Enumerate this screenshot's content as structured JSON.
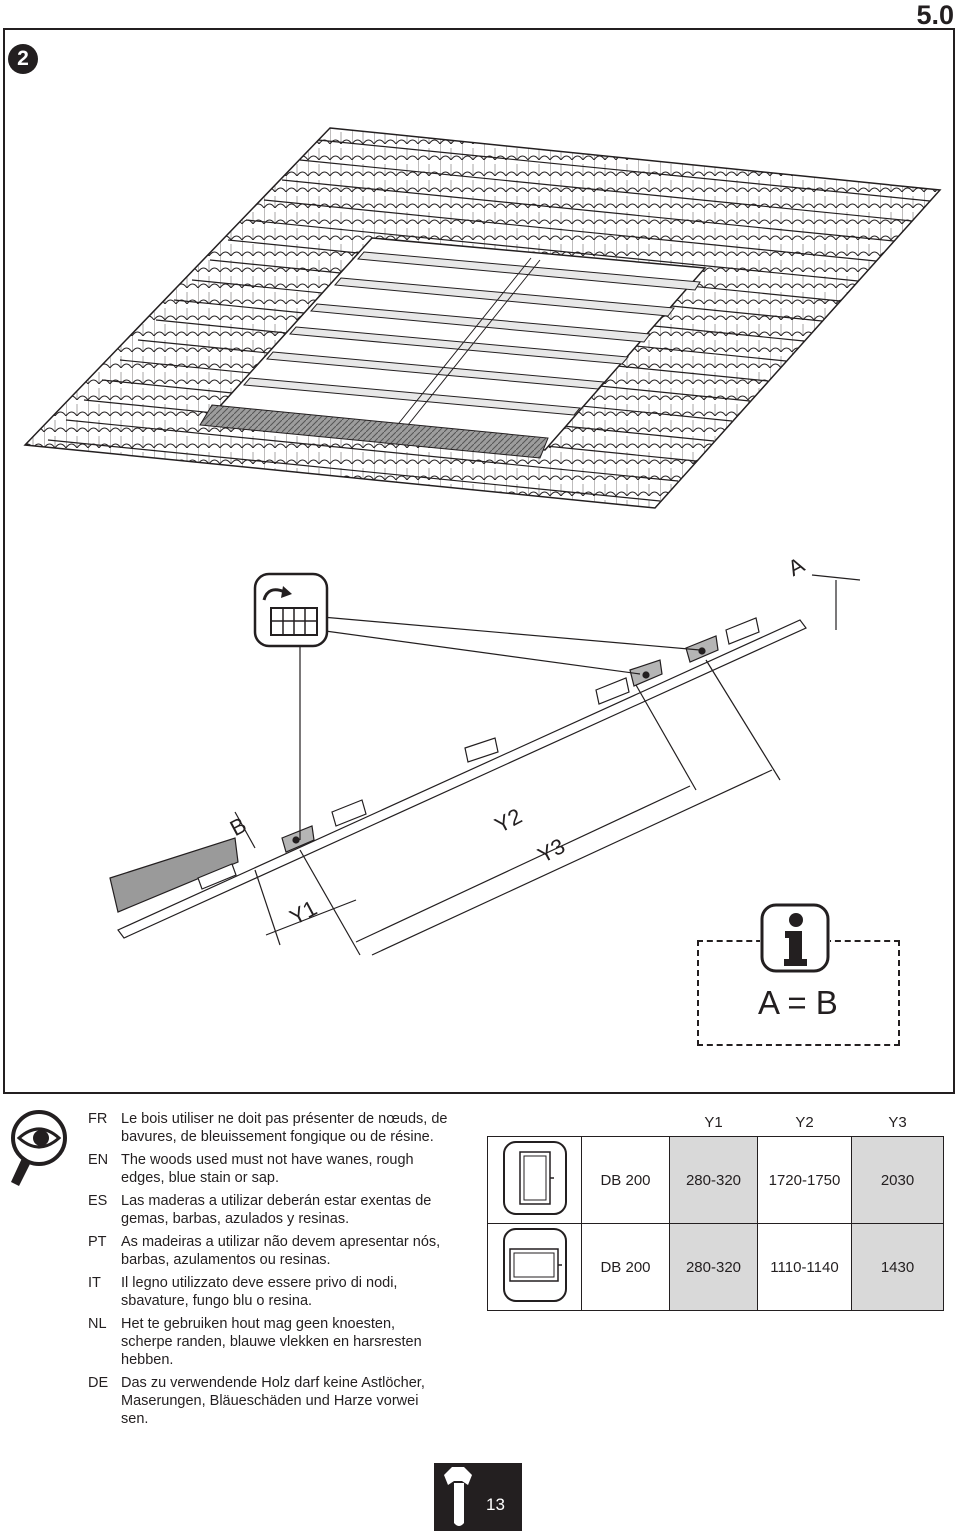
{
  "header": {
    "section": "5.0"
  },
  "step": {
    "number": "2"
  },
  "illustration": {
    "labels": {
      "a": "A",
      "b": "B",
      "y1": "Y1",
      "y2": "Y2",
      "y3": "Y3"
    },
    "info_note": "A = B",
    "icons": [
      "roof-tile-install-icon",
      "info-icon",
      "magnifier-eye-icon",
      "spanner-icon"
    ]
  },
  "requirements": [
    {
      "code": "FR",
      "text": "Le bois utiliser ne doit pas présenter de nœuds, de bavures, de bleuissement fongique ou de résine."
    },
    {
      "code": "EN",
      "text": "The woods used must not have wanes, rough edges, blue stain or sap."
    },
    {
      "code": "ES",
      "text": "Las maderas a utilizar deberán estar exentas de gemas, barbas, azulados y resinas."
    },
    {
      "code": "PT",
      "text": "As madeiras a utilizar não devem apresentar nós, barbas, azulamentos ou resinas."
    },
    {
      "code": "IT",
      "text": "Il legno utilizzato deve essere privo di nodi, sbavature, fungo blu o resina."
    },
    {
      "code": "NL",
      "text": "Het te gebruiken hout mag geen knoesten, scherpe randen, blauwe vlekken en harsresten hebben."
    },
    {
      "code": "DE",
      "text": "Das zu verwendende Holz darf keine Astlöcher, Maserungen, Bläueschäden und Harze vorwei sen."
    }
  ],
  "dimensions_table": {
    "headers": [
      "",
      "",
      "Y1",
      "Y2",
      "Y3"
    ],
    "rows": [
      {
        "orientation": "portrait",
        "model": "DB 200",
        "y1": "280-320",
        "y2": "1720-1750",
        "y3": "2030"
      },
      {
        "orientation": "landscape",
        "model": "DB 200",
        "y1": "280-320",
        "y2": "1110-1140",
        "y3": "1430"
      }
    ]
  },
  "footer": {
    "page": "13"
  },
  "colors": {
    "ink": "#231f20",
    "shade": "#d9d9d9",
    "tile_fill": "#ffffff",
    "rail": "#c8c8c8"
  }
}
